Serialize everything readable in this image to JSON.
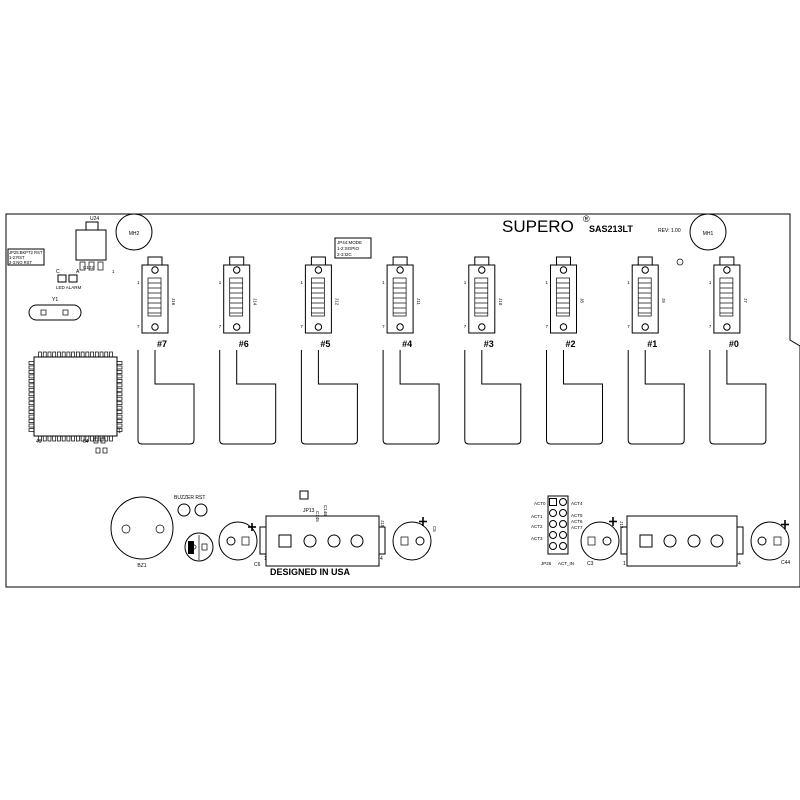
{
  "board": {
    "brand": "SUPERO",
    "registered_mark": "®",
    "model": "SAS213LT",
    "rev_label": "REV: 1.00",
    "footer_label": "DESIGNED IN USA"
  },
  "mounting_holes": [
    {
      "label": "MH2"
    },
    {
      "label": "MH1"
    }
  ],
  "top_left": {
    "u24_label": "U24",
    "c102_label": "C102",
    "jp_text": [
      "JP25:BKPT2 RST",
      "1-2:RST",
      "2-3:NO RST"
    ],
    "led_label": "LED ALARM",
    "c_label": "C",
    "a_label": "A",
    "pin1_label": "1",
    "y1_label": "Y1",
    "chip_left_label": "49",
    "chip_right_label": "64",
    "chip_pin1_label": "1"
  },
  "jp_mode": {
    "lines": [
      "JP44:MODE",
      "1-2:SGPIO",
      "2-3:I2C"
    ]
  },
  "connectors": [
    {
      "label": "#7",
      "ref": "J16"
    },
    {
      "label": "#6",
      "ref": "J14"
    },
    {
      "label": "#5",
      "ref": "J12"
    },
    {
      "label": "#4",
      "ref": "J11"
    },
    {
      "label": "#3",
      "ref": "J10"
    },
    {
      "label": "#2",
      "ref": "J8"
    },
    {
      "label": "#1",
      "ref": "J9"
    },
    {
      "label": "#0",
      "ref": "J7"
    }
  ],
  "connector_pins": {
    "top": "1",
    "bottom": "7"
  },
  "bottom_left": {
    "bz1_label": "BZ1",
    "buzzer_label": "BUZZER RST",
    "c6_label": "C6",
    "jp13_label": "JP13",
    "c145_label": "C145",
    "c146_label": "C146",
    "j15_label": "J15",
    "c5_label": "C5",
    "pin1": "1",
    "pin4": "4"
  },
  "bottom_right": {
    "act_left": [
      "ACT0",
      "ACT1",
      "ACT2",
      "ACT3"
    ],
    "act_right": [
      "ACT4",
      "ACT5",
      "ACT6",
      "ACT7"
    ],
    "jp26_label": "JP26",
    "act_in_label": "ACT_IN",
    "c3_label": "C3",
    "j17_label": "J17",
    "c44_label": "C44",
    "pin1": "1",
    "pin4": "4"
  }
}
